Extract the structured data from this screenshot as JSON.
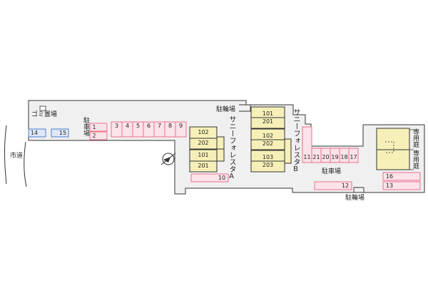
{
  "labels": {
    "garbage": "ゴミ置場",
    "parking_left": "駐車場",
    "city_road": "市道",
    "bike_top": "駐輪場",
    "bike_bottom": "駐輪場",
    "parking_center": "駐車場",
    "building_a": "サニーフォレスタA",
    "building_b": "サニーフォレスタB",
    "garden1": "専用庭",
    "garden2": "専用庭"
  },
  "parking_spaces": [
    "14",
    "15",
    "1",
    "2",
    "3",
    "4",
    "5",
    "6",
    "7",
    "8",
    "9",
    "10",
    "11",
    "21",
    "20",
    "19",
    "18",
    "17",
    "16",
    "12",
    "13"
  ],
  "rooms": {
    "a": [
      "102",
      "202",
      "101",
      "201"
    ],
    "b": [
      "101",
      "201",
      "102",
      "202",
      "103",
      "203"
    ]
  },
  "colors": {
    "site_fill": "#f0f0f0",
    "outline": "#333333",
    "building_fill": "#f6f0b8",
    "parking_pink": "#ee6f8c",
    "parking_pink_fill": "#fbe3e9",
    "parking_blue": "#4f7dd0",
    "parking_blue_fill": "#dfe8f8"
  }
}
